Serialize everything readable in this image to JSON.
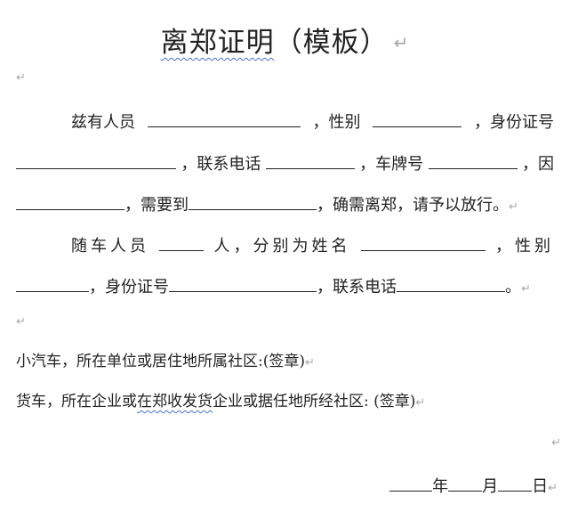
{
  "document": {
    "title_main": "离郑证明",
    "title_paren": "（模板）",
    "mark": "↵",
    "para1": {
      "line1": [
        "兹有人员",
        "，性别",
        "，身份证号"
      ],
      "line2": [
        "，联系电话",
        "，车牌号",
        "，因"
      ],
      "line3": [
        "，需要到",
        "，确需离郑，请予以放行。"
      ]
    },
    "para2": {
      "line1": [
        "随车人员",
        "人，分别为姓名",
        "，性别"
      ],
      "line2": [
        "，身份证号",
        "，联系电话",
        "。"
      ]
    },
    "car_line": "小汽车，所在单位或居住地所属社区:(签章)",
    "truck_line_a": "货车，所在企业或",
    "truck_line_b": "在郑收发货",
    "truck_line_c": "企业或据任地所经社区: (签章)",
    "date": {
      "year": "年",
      "month": "月",
      "day": "日"
    }
  }
}
